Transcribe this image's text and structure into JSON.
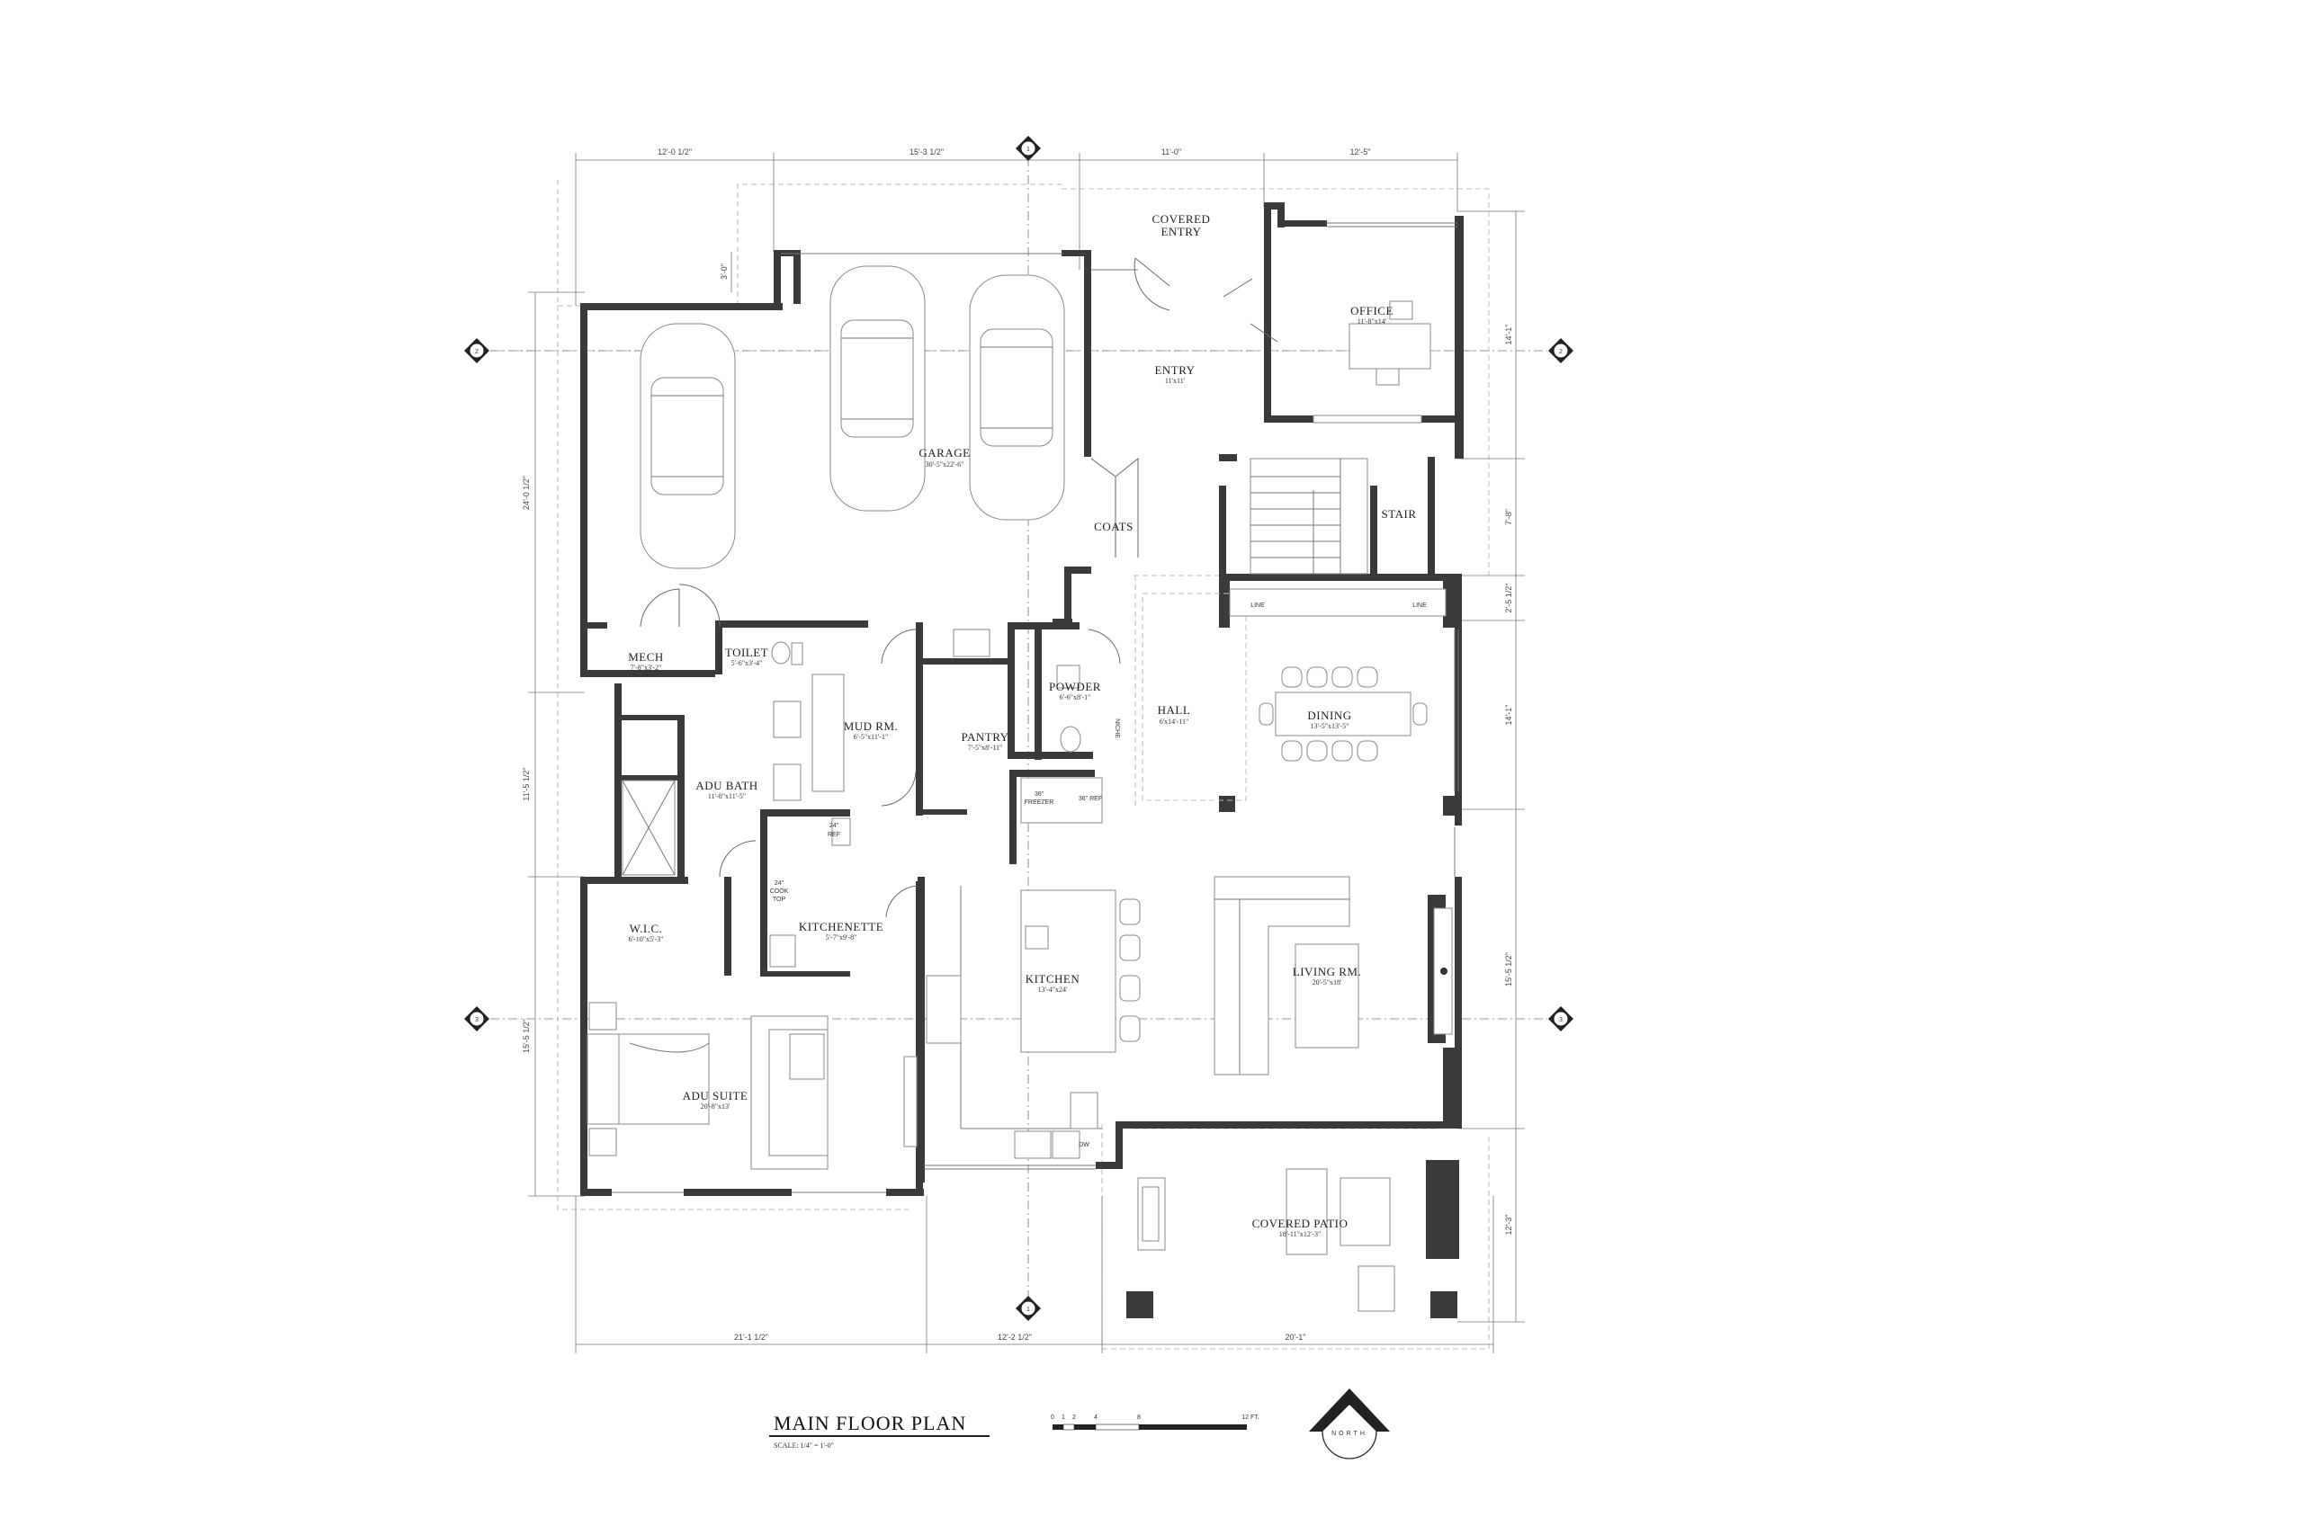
{
  "plan": {
    "title": "MAIN FLOOR PLAN",
    "scale": "SCALE: 1/4\" = 1'-0\"",
    "scale_bar_labels": [
      "0",
      "1",
      "2",
      "4",
      "8",
      "12 FT."
    ],
    "north_label": "NORTH",
    "section_marks": [
      "1",
      "2",
      "2",
      "1",
      "3",
      "3"
    ]
  },
  "rooms": {
    "covered_entry": {
      "name_1": "COVERED",
      "name_2": "ENTRY"
    },
    "office": {
      "name": "OFFICE",
      "dim": "11'-8\"x14'"
    },
    "entry": {
      "name": "ENTRY",
      "dim": "11'x11'"
    },
    "garage": {
      "name": "GARAGE",
      "dim": "30'-5\"x22'-6\""
    },
    "coats": {
      "name": "COATS"
    },
    "stair": {
      "name": "STAIR"
    },
    "mech": {
      "name": "MECH",
      "dim": "7'-8\"x3'-2\""
    },
    "toilet": {
      "name": "TOILET",
      "dim": "5'-6\"x3'-4\""
    },
    "powder": {
      "name": "POWDER",
      "dim": "6'-6\"x8'-1\""
    },
    "hall": {
      "name": "HALL",
      "dim": "6'x14'-11\""
    },
    "dining": {
      "name": "DINING",
      "dim": "13'-5\"x13'-5\""
    },
    "mud_rm": {
      "name": "MUD RM.",
      "dim": "6'-5\"x11'-1\""
    },
    "pantry": {
      "name": "PANTRY",
      "dim": "7'-5\"x8'-11\""
    },
    "adu_bath": {
      "name": "ADU BATH",
      "dim": "11'-8\"x11'-5\""
    },
    "wic": {
      "name": "W.I.C.",
      "dim": "6'-10\"x5'-3\""
    },
    "kitchenette": {
      "name": "KITCHENETTE",
      "dim": "5'-7\"x9'-8\""
    },
    "kitchen": {
      "name": "KITCHEN",
      "dim": "13'-4\"x24'"
    },
    "living": {
      "name": "LIVING RM.",
      "dim": "20'-5\"x18'"
    },
    "adu_suite": {
      "name": "ADU SUITE",
      "dim": "20'-8\"x13'"
    },
    "covered_patio": {
      "name": "COVERED PATIO",
      "dim": "18'-11\"x12'-3\""
    }
  },
  "labels": {
    "line_1": "LINE",
    "line_2": "LINE",
    "niche": "NICHE",
    "freezer_1": "36\"",
    "freezer_2": "FREEZER",
    "ref36": "36\" REF",
    "ref24_1": "24\"",
    "ref24_2": "REF",
    "cooktop_1": "24\"",
    "cooktop_2": "COOK",
    "cooktop_3": "TOP",
    "dw": "DW"
  },
  "dimensions": {
    "top": [
      "12'-0 1/2\"",
      "15'-3 1/2\"",
      "11'-0\"",
      "12'-5\""
    ],
    "bottom": [
      "21'-1 1/2\"",
      "12'-2 1/2\"",
      "20'-1\""
    ],
    "left": [
      "3'-0\"",
      "24'-0 1/2\"",
      "11'-5 1/2\"",
      "15'-5 1/2\""
    ],
    "right": [
      "14'-1\"",
      "7'-8\"",
      "2'-5 1/2\"",
      "14'-1\"",
      "15'-5 1/2\"",
      "12'-3\""
    ]
  }
}
